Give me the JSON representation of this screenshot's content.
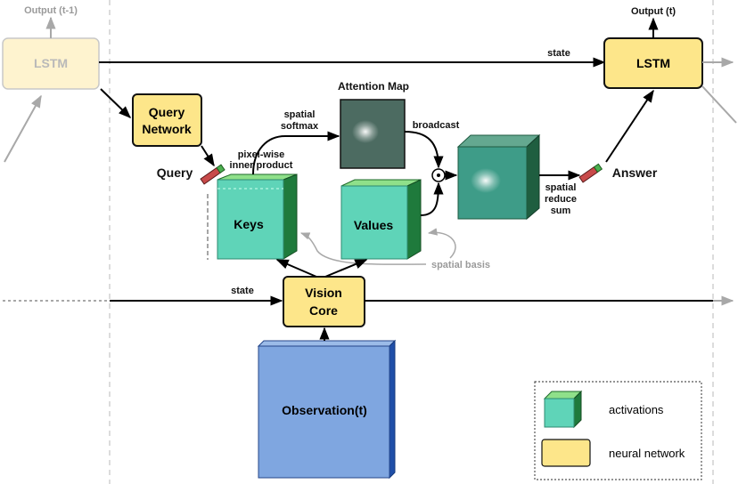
{
  "labels": {
    "output_prev": "Output (t-1)",
    "output_t": "Output (t)",
    "lstm_prev": "LSTM",
    "lstm": "LSTM",
    "state_top": "state",
    "state_bottom": "state",
    "query_network_line1": "Query",
    "query_network_line2": "Network",
    "query": "Query",
    "attention_map": "Attention Map",
    "spatial_softmax_line1": "spatial",
    "spatial_softmax_line2": "softmax",
    "pixelwise_line1": "pixel-wise",
    "pixelwise_line2": "inner product",
    "broadcast": "broadcast",
    "keys": "Keys",
    "values": "Values",
    "spatial_basis": "spatial basis",
    "spatial_reduce_line1": "spatial",
    "spatial_reduce_line2": "reduce",
    "spatial_reduce_line3": "sum",
    "answer": "Answer",
    "vision_core_line1": "Vision",
    "vision_core_line2": "Core",
    "observation": "Observation(t)"
  },
  "legend": {
    "activations": "activations",
    "neural_network": "neural network"
  },
  "colors": {
    "neural_network": "#fde68a",
    "neural_network_border": "#111111",
    "activation_front": "#5fd4b8",
    "activation_side": "#1f7a3c",
    "activation_top": "#8fe08a",
    "attention_map": "#4c6b61",
    "answer_cube": "#3e9c88",
    "observation_front": "#7fa6e0",
    "observation_side": "#1f4fa8",
    "faded_lstm": "#fef3cf",
    "faded_border": "#c8c8c8",
    "query_vector_red": "#c84a4a",
    "query_vector_green": "#4caf50"
  },
  "icons": {
    "elementwise_product": "circled-dot-icon"
  }
}
